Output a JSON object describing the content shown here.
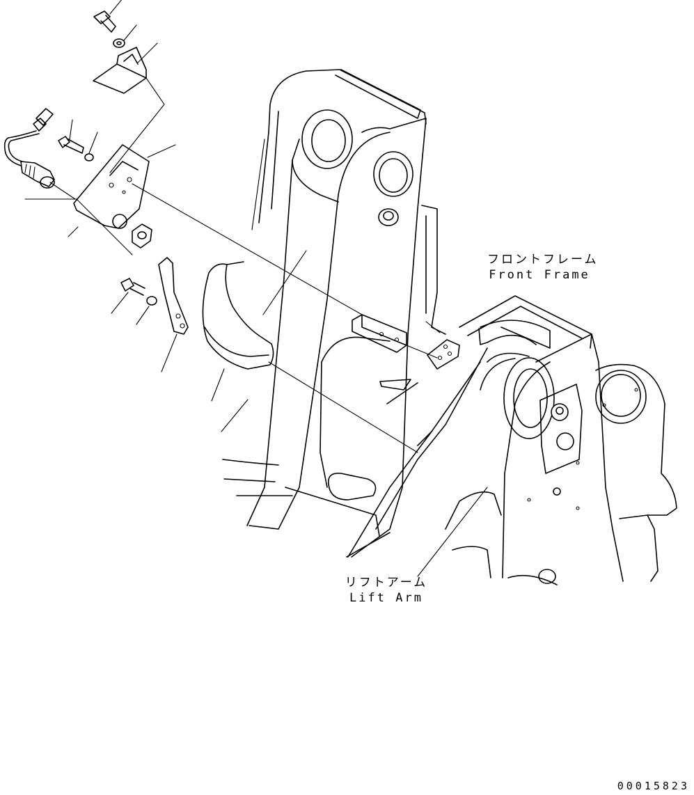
{
  "labels": {
    "front_frame_ja": "フロントフレーム",
    "front_frame_en": "Front Frame",
    "lift_arm_ja": "リフトアーム",
    "lift_arm_en": "Lift Arm"
  },
  "drawing_number": "00015823"
}
